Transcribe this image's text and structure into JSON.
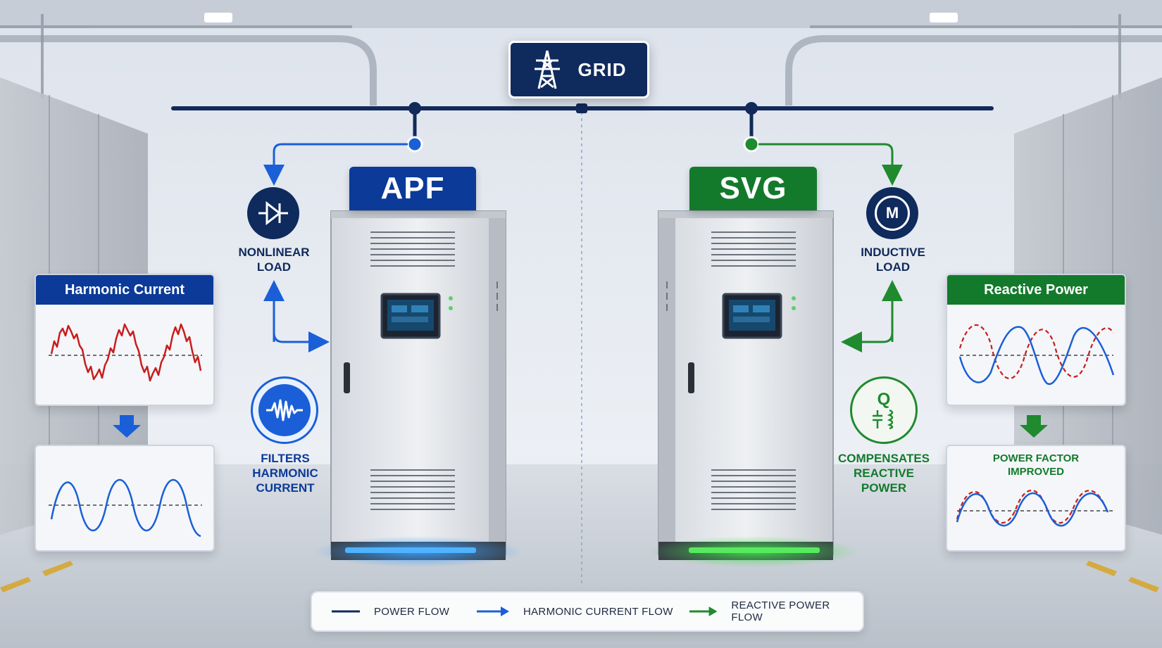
{
  "grid": {
    "label": "GRID",
    "icon": "transmission-tower-icon"
  },
  "apf": {
    "title": "APF",
    "color": "#0b3a98",
    "load_label_1": "NONLINEAR",
    "load_label_2": "LOAD",
    "load_icon": "diode-icon",
    "function_icon": "harmonic-wave-icon",
    "function_label_1": "FILTERS",
    "function_label_2": "HARMONIC",
    "function_label_3": "CURRENT",
    "panel_title": "Harmonic Current"
  },
  "svg": {
    "title": "SVG",
    "color": "#137a2c",
    "load_label_1": "INDUCTIVE",
    "load_label_2": "LOAD",
    "load_icon": "motor-icon",
    "motor_letter": "M",
    "function_icon": "reactive-q-icon",
    "q_letter": "Q",
    "function_label_1": "COMPENSATES",
    "function_label_2": "REACTIVE",
    "function_label_3": "POWER",
    "panel_title": "Reactive Power",
    "result_line_1": "POWER FACTOR",
    "result_line_2": "IMPROVED"
  },
  "legend": {
    "power_flow": "POWER FLOW",
    "harmonic_flow": "HARMONIC CURRENT FLOW",
    "reactive_flow": "REACTIVE POWER FLOW"
  },
  "colors": {
    "navy": "#0f2a5c",
    "blue": "#1a5fd8",
    "green": "#1f8a2e",
    "red": "#c81d1d"
  }
}
